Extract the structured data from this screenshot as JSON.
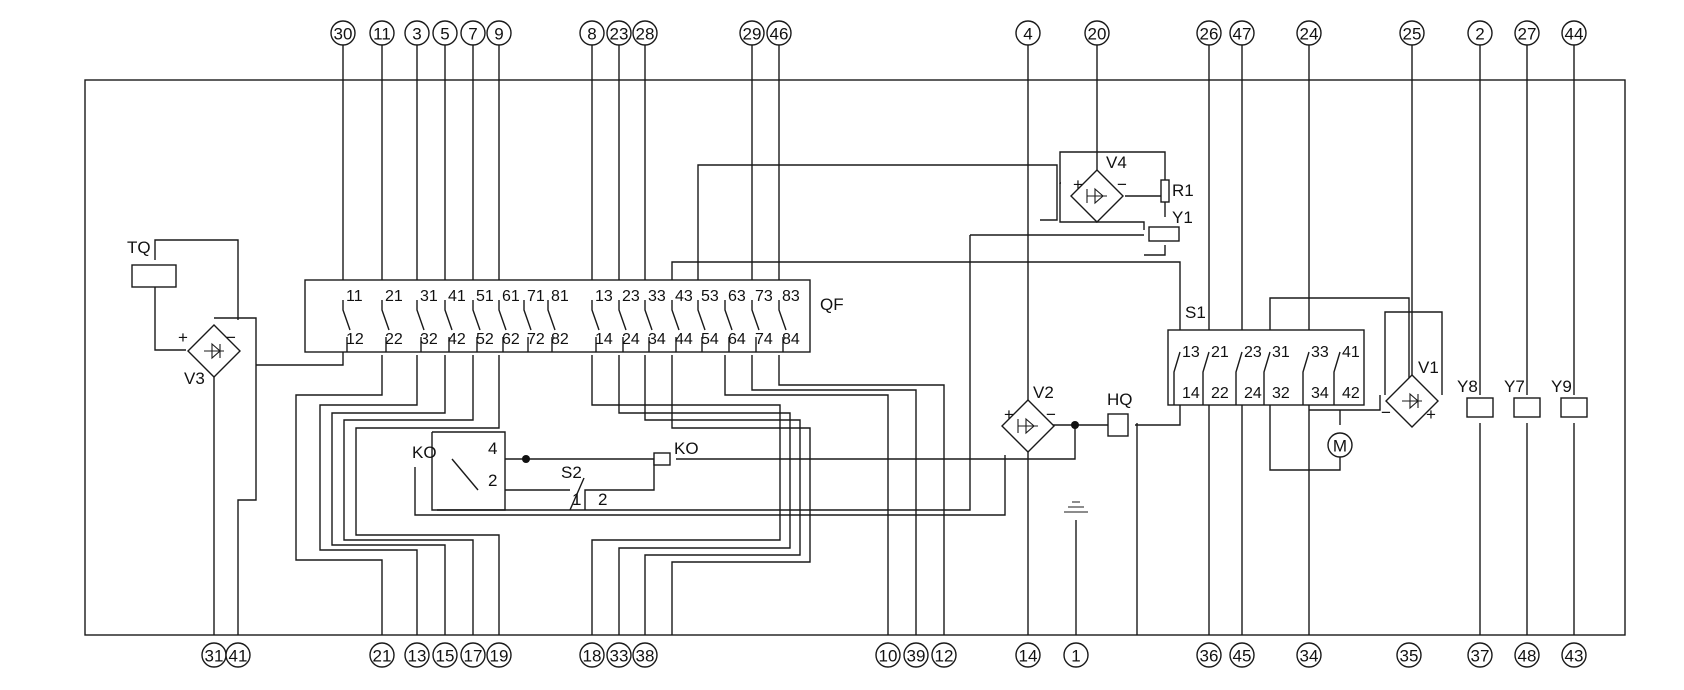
{
  "terminals_top": [
    "30",
    "11",
    "3",
    "5",
    "7",
    "9",
    "8",
    "23",
    "28",
    "29",
    "46",
    "4",
    "20",
    "26",
    "47",
    "24",
    "25",
    "2",
    "27",
    "44"
  ],
  "terminals_bottom": [
    "31",
    "41",
    "21",
    "13",
    "15",
    "17",
    "19",
    "18",
    "33",
    "38",
    "10",
    "39",
    "12",
    "14",
    "1",
    "36",
    "45",
    "34",
    "35",
    "37",
    "48",
    "43"
  ],
  "components": {
    "TQ": "TQ",
    "V3": "V3",
    "V4": "V4",
    "R1": "R1",
    "Y1": "Y1",
    "QF": "QF",
    "S1": "S1",
    "V2": "V2",
    "HQ": "HQ",
    "V1": "V1",
    "M": "M",
    "Y8": "Y8",
    "Y7": "Y7",
    "Y9": "Y9",
    "KO_relay": "KO",
    "KO_coil": "KO",
    "S2": "S2"
  },
  "qf_pins_top": [
    "11",
    "21",
    "31",
    "41",
    "51",
    "61",
    "71",
    "81",
    "13",
    "23",
    "33",
    "43",
    "53",
    "63",
    "73",
    "83"
  ],
  "qf_pins_bottom": [
    "12",
    "22",
    "32",
    "42",
    "52",
    "62",
    "72",
    "82",
    "14",
    "24",
    "34",
    "44",
    "54",
    "64",
    "74",
    "84"
  ],
  "s1_pins_top": [
    "13",
    "21",
    "23",
    "31",
    "33",
    "41"
  ],
  "s1_pins_bottom": [
    "14",
    "22",
    "24",
    "32",
    "34",
    "42"
  ],
  "ko_pins": [
    "4",
    "2"
  ],
  "s2_pins": [
    "1",
    "2"
  ],
  "polarity": {
    "plus": "+",
    "minus": "−"
  }
}
